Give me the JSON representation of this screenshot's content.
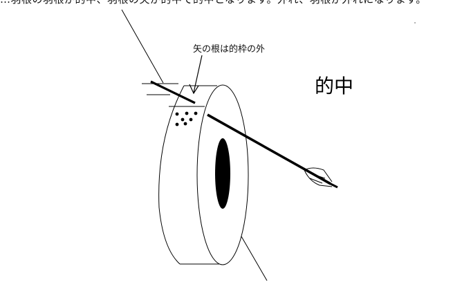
{
  "top_text": "…羽根の羽根が的中、羽根の矢が的中で的中となります。外れ、羽根が外れになります。",
  "callout": "矢の根は的枠の外",
  "title": "的中",
  "colors": {
    "ink": "#000000",
    "background": "#ffffff"
  }
}
